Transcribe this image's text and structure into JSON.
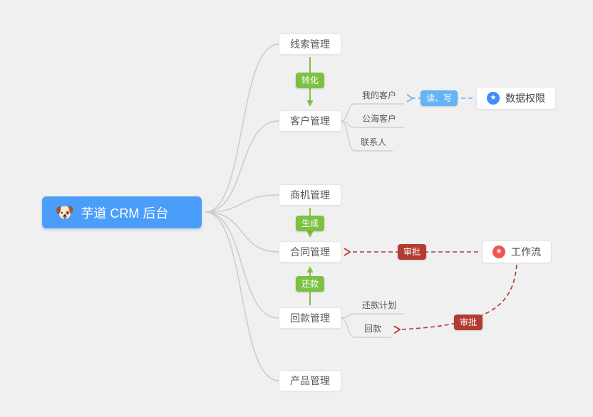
{
  "root": {
    "label": "芋道 CRM 后台",
    "emoji": "🐶"
  },
  "modules": [
    {
      "id": "leads",
      "label": "线索管理"
    },
    {
      "id": "customer",
      "label": "客户管理"
    },
    {
      "id": "opportunity",
      "label": "商机管理"
    },
    {
      "id": "contract",
      "label": "合同管理"
    },
    {
      "id": "receivable",
      "label": "回款管理"
    },
    {
      "id": "product",
      "label": "产品管理"
    }
  ],
  "customer_children": [
    {
      "label": "我的客户"
    },
    {
      "label": "公海客户"
    },
    {
      "label": "联系人"
    }
  ],
  "receivable_children": [
    {
      "label": "还款计划"
    },
    {
      "label": "回款"
    }
  ],
  "edges": {
    "convert": "转化",
    "generate": "生成",
    "repay": "还款",
    "read_write": "读、写",
    "approve_contract": "审批",
    "approve_receivable": "审批"
  },
  "external": [
    {
      "id": "data-permission",
      "label": "数据权限",
      "icon": "star-icon",
      "icon_glyph": "★",
      "icon_color": "#3f8ff7"
    },
    {
      "id": "workflow",
      "label": "工作流",
      "icon": "star-icon",
      "icon_glyph": "★",
      "icon_color": "#f05656"
    }
  ],
  "colors": {
    "background": "#f0f0f0",
    "root_blue": "#4a9ef9",
    "edge_green": "#7dc144",
    "badge_blue": "#66b3f5",
    "badge_red": "#b23b32",
    "line_gray": "#c9c9c9"
  }
}
